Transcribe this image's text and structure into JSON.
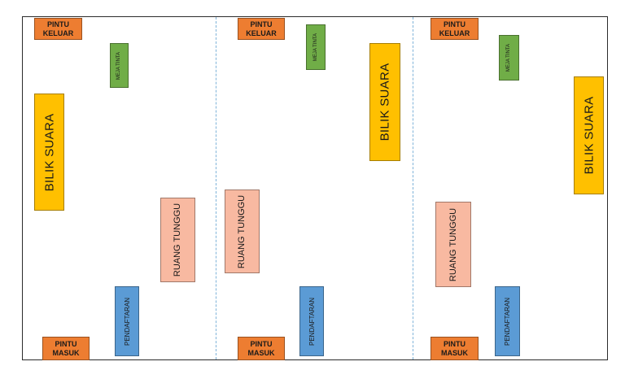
{
  "labels": {
    "exit_line1": "PINTU",
    "exit_line2": "KELUAR",
    "entry_line1": "PINTU",
    "entry_line2": "MASUK",
    "voting_booth": "BILIK SUARA",
    "ink_table": "MEJA TINTA",
    "waiting_room": "RUANG TUNGGU",
    "registration": "PENDAFTARAN"
  },
  "colors": {
    "door": "#ed7d31",
    "voting_booth": "#ffc000",
    "ink_table": "#70ad47",
    "waiting_room": "#f8b9a1",
    "registration": "#5b9bd5",
    "divider": "#7fb3d9"
  }
}
